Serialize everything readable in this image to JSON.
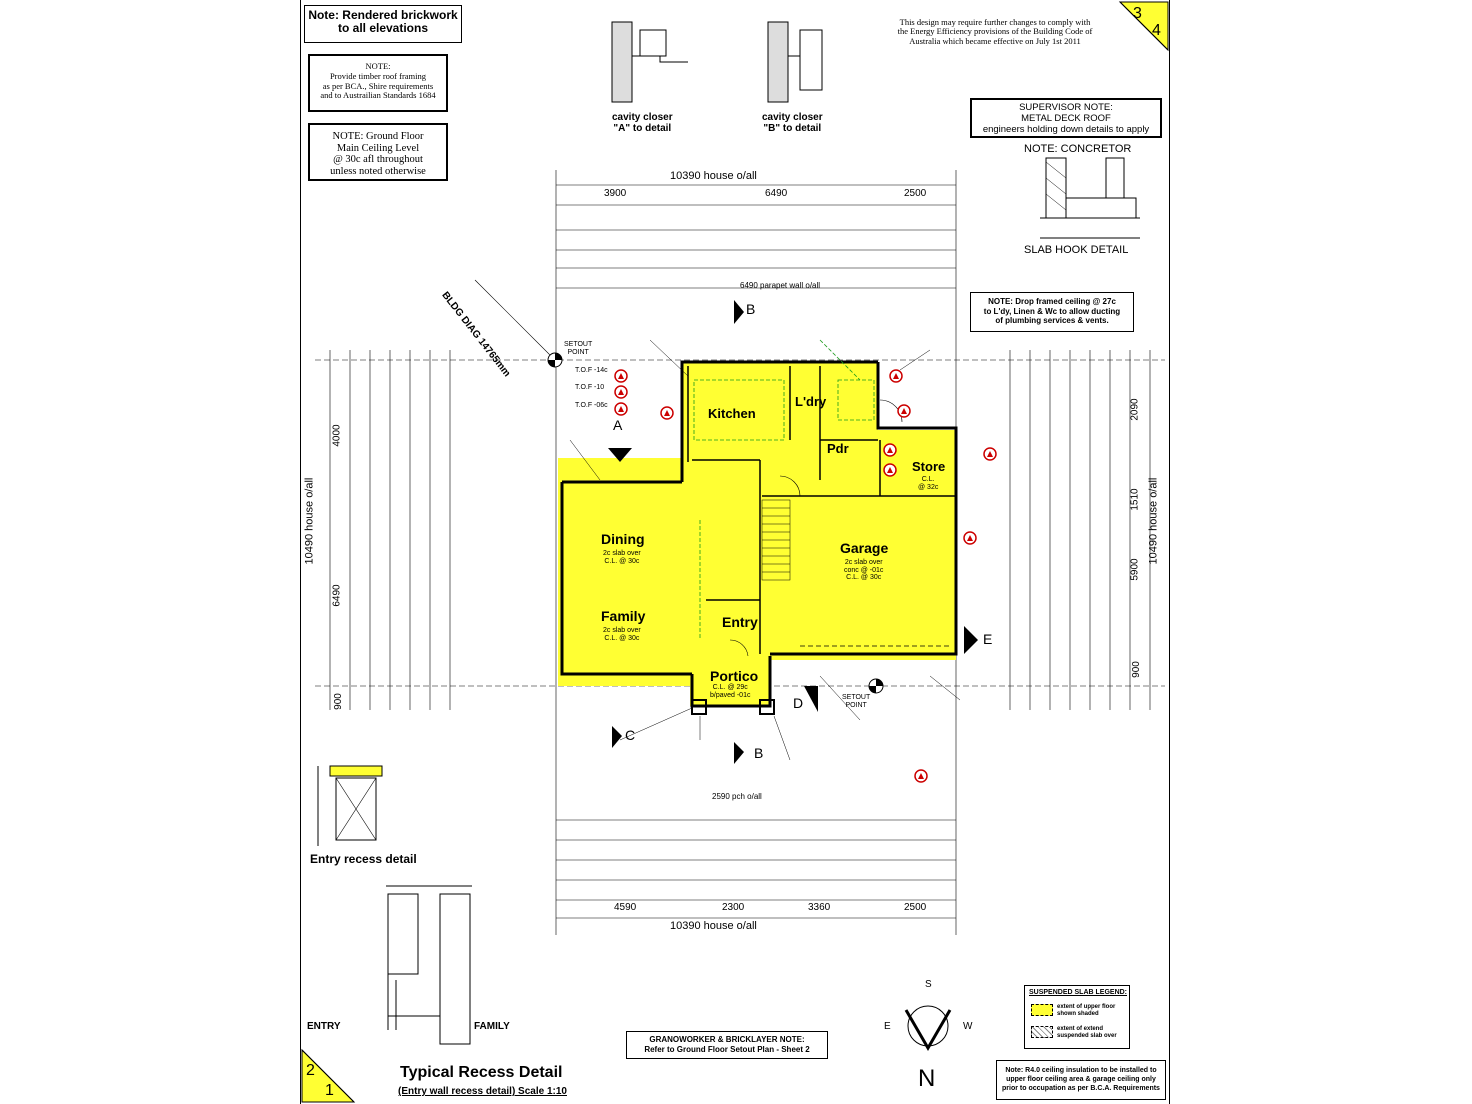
{
  "notes": {
    "brickwork": "Note: Rendered brickwork\nto all elevations",
    "timber": "NOTE:\nProvide timber roof framing\nas per BCA., Shire requirements\nand to Austrailian Standards 1684",
    "ceiling": "NOTE: Ground Floor\nMain Ceiling Level\n@ 30c afl throughout\nunless noted otherwise",
    "energy": "This design may require further changes to comply with\nthe Energy Efficiency provisions of the Building Code of\nAustralia which became effective on July 1st 2011",
    "supervisor": "SUPERVISOR NOTE:\nMETAL DECK ROOF\nengineers holding down details to apply",
    "concretor": "NOTE: CONCRETOR",
    "drop_ceiling": "NOTE: Drop framed ceiling @ 27c\nto L'dy, Linen & Wc to allow ducting\nof plumbing services & vents.",
    "groundworker": "GRANOWORKER & BRICKLAYER NOTE:\nRefer to Ground Floor Setout Plan - Sheet 2",
    "insulation": "Note: R4.0 ceiling insulation to be installed to\nupper floor ceiling area & garage ceiling only\nprior to occupation as per B.C.A. Requirements"
  },
  "details": {
    "closer_a": "cavity closer\n\"A\" to detail",
    "closer_b": "cavity closer\n\"B\" to detail",
    "slab_hook": "SLAB HOOK DETAIL",
    "entry_recess": "Entry recess detail",
    "typical_recess": "Typical Recess Detail",
    "typical_recess_sub": "(Entry wall recess detail) Scale  1:10",
    "entry": "ENTRY",
    "family": "FAMILY"
  },
  "dims": {
    "top_total": "10390 house o/all",
    "top_segs": [
      "3900",
      "6490",
      "2500"
    ],
    "bottom_total": "10390 house o/all",
    "bottom_segs": [
      "4590",
      "2300",
      "3360",
      "2500"
    ],
    "left_total": "10490 house o/all",
    "left_segs": [
      "4000",
      "6490",
      "900"
    ],
    "right_total": "10490 house o/all",
    "right_segs": [
      "2090",
      "1510",
      "5900",
      "900"
    ],
    "bldg_diag": "BLDG DIAG 14765mm",
    "parapet_top": "6490 parapet wall o/all",
    "pch": "2590 pch o/all"
  },
  "rooms": {
    "kitchen": "Kitchen",
    "ldry": "L'dry",
    "pdr": "Pdr",
    "store": "Store",
    "dining": "Dining",
    "family": "Family",
    "garage": "Garage",
    "entry": "Entry",
    "portico": "Portico"
  },
  "room_sub": {
    "dining": "2c slab over\nC.L. @ 30c",
    "family": "2c slab over\nC.L. @ 30c",
    "garage": "2c slab over\nconc @ -01c\nC.L. @ 30c",
    "portico": "C.L. @ 29c\nb/paved -01c",
    "store": "C.L.\n@ 32c"
  },
  "markers": {
    "setout": "SETOUT\nPOINT",
    "tof": [
      "T.O.F -14c",
      "T.O.F -10",
      "T.O.F -06c"
    ],
    "sections": [
      "A",
      "B",
      "C",
      "D",
      "E",
      "B"
    ]
  },
  "legend": {
    "title": "SUSPENDED SLAB LEGEND:",
    "upper": "extent of upper floor\nshown shaded",
    "extend": "extent of extend\nsuspended slab over"
  },
  "compass": {
    "s": "S",
    "e": "E",
    "w": "W",
    "n": "N"
  },
  "sheet": {
    "top_left": "3",
    "top_right": "4",
    "bottom_left": "2",
    "bottom_right": "1"
  },
  "colors": {
    "shade": "#ffff33",
    "green": "#1a9a1a",
    "red": "#cc0000"
  }
}
